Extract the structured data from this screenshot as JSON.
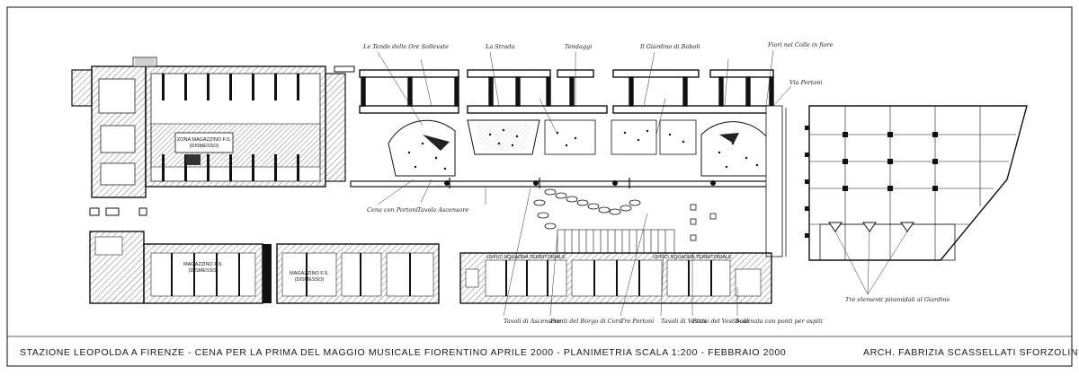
{
  "title": "STAZIONE LEOPOLDA A FIRENZE - CENA PER LA PRIMA DEL MAGGIO MUSICALE FIORENTINO APRILE 2000 - PLANIMETRIA SCALA 1:200 - FEBBRAIO 2000",
  "author": "ARCH. FABRIZIA SCASSELLATI SFORZOLINI",
  "rooms": {
    "zona_magazzino_top": "ZONA MAGAZZINO F.S.",
    "zona_magazzino_top_sub": "(DISMESSO)",
    "magazzino_left": "MAGAZZINO F.S.",
    "magazzino_left_sub": "(DISMESSO)",
    "magazzino_mid": "MAGAZZINO F.S.",
    "magazzino_mid_sub": "(DISMESSO)",
    "uffici_1": "UFFICI SQUADRA TERRITORIALE",
    "uffici_2": "UFFICI SQUADRA TERRITORIALE"
  },
  "annotations": {
    "top": [
      "Le Tende delle Ore Sollevate",
      "La Strada",
      "Tendaggi",
      "Il Giardino di Boboli",
      "Fiori nel Colle in fiore",
      "Via Portoni"
    ],
    "bottom": [
      "Tavoli di Ascensore",
      "Pianti del Borgo di Coro",
      "Tre Portoni",
      "Tavoli di Vestiti",
      "Piano del Vestibolo",
      "Scalinata con ponti per ospiti"
    ],
    "right_note": "Tre elementi piramidali al Giardino",
    "left_notes": [
      "Cena con Portoni",
      "Tavola Ascensore"
    ]
  },
  "colors": {
    "ink": "#1a1a1a",
    "paper": "#ffffff",
    "frame": "#333333"
  }
}
